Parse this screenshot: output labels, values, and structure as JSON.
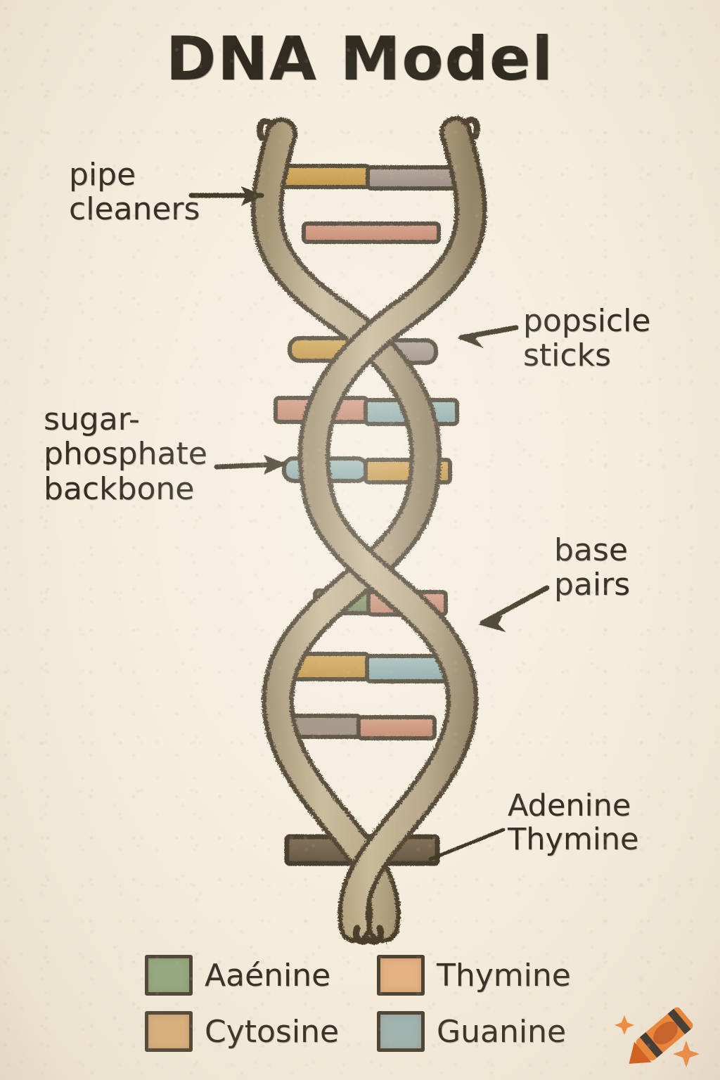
{
  "title": "DNA Model",
  "background_color": "#f5ecdc",
  "ink_color": "#332d23",
  "labels": {
    "pipe_cleaners": "pipe\ncleaners",
    "sugar_phosphate_backbone": "sugar-\nphosphate\nbackbone",
    "popsicle_sticks": "popsicle\nsticks",
    "base_pairs": "base\npairs",
    "adenine_thymine": "Adenine\nThymine"
  },
  "legend": {
    "items": [
      {
        "label": "Aaénine",
        "color": "#92a87e"
      },
      {
        "label": "Thymine",
        "color": "#e5b183"
      },
      {
        "label": "Cytosine",
        "color": "#ddaf7c"
      },
      {
        "label": "Guanine",
        "color": "#9fb3b0"
      }
    ]
  },
  "crayon": {
    "icon": "crayon-icon",
    "body_color": "#f07f2a",
    "tip_color": "#d4550f"
  },
  "helix": {
    "strand_color": "#b9a887",
    "strand_outline": "#4a3d2a",
    "rungs": [
      {
        "left_color": "#c89a4e",
        "right_color": "#9e8f80"
      },
      {
        "left_color": "#c98a6e",
        "right_color": "#c98a6e"
      },
      {
        "left_color": "#c89a4e",
        "right_color": "#a6968a"
      },
      {
        "left_color": "#c98a6e",
        "right_color": "#93b0ac"
      },
      {
        "left_color": "#93b0ac",
        "right_color": "#d4a košt"
      },
      {
        "left_color": "#7f8f61",
        "right_color": "#d79878"
      },
      {
        "left_color": "#c79a47",
        "right_color": "#93b0ac"
      },
      {
        "left_color": "#9a8a78",
        "right_color": "#d79878"
      },
      {
        "left_color": "#6b5540",
        "right_color": "#6b5540"
      }
    ]
  }
}
